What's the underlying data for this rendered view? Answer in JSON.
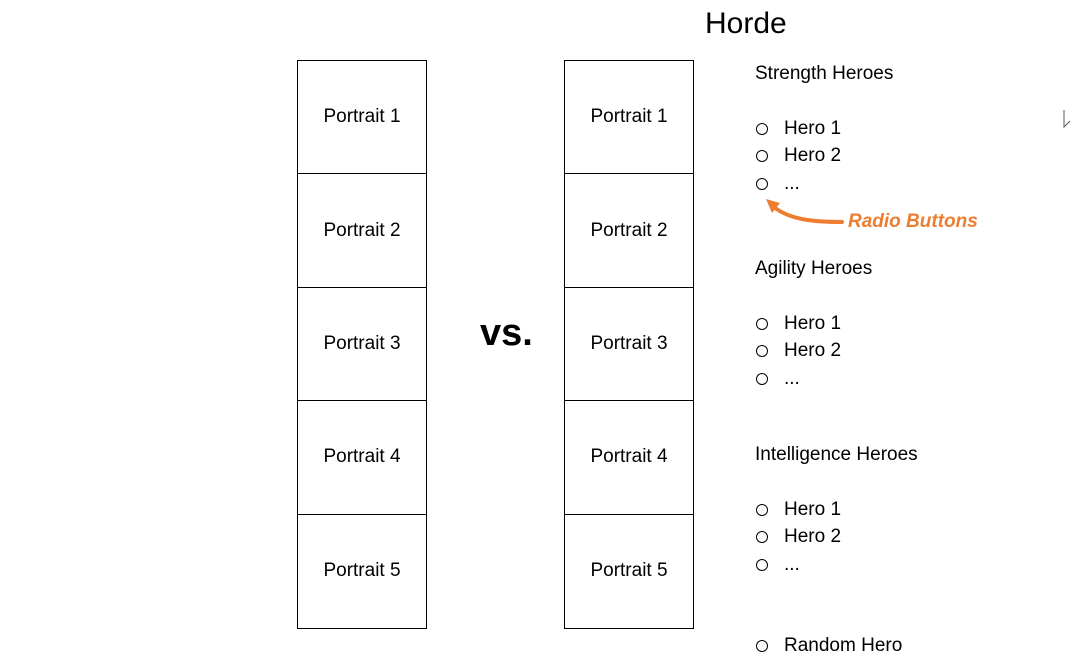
{
  "title": "Horde",
  "vs_label": "vs.",
  "left_column": {
    "portraits": [
      "Portrait 1",
      "Portrait 2",
      "Portrait 3",
      "Portrait 4",
      "Portrait 5"
    ]
  },
  "right_column": {
    "portraits": [
      "Portrait 1",
      "Portrait 2",
      "Portrait 3",
      "Portrait 4",
      "Portrait 5"
    ]
  },
  "hero_groups": [
    {
      "title": "Strength Heroes",
      "options": [
        "Hero 1",
        "Hero 2",
        "..."
      ]
    },
    {
      "title": "Agility Heroes",
      "options": [
        "Hero 1",
        "Hero 2",
        "..."
      ]
    },
    {
      "title": "Intelligence Heroes",
      "options": [
        "Hero 1",
        "Hero 2",
        "..."
      ]
    }
  ],
  "random_option": "Random Hero",
  "annotation": {
    "label": "Radio Buttons",
    "color": "#ed7d31"
  }
}
